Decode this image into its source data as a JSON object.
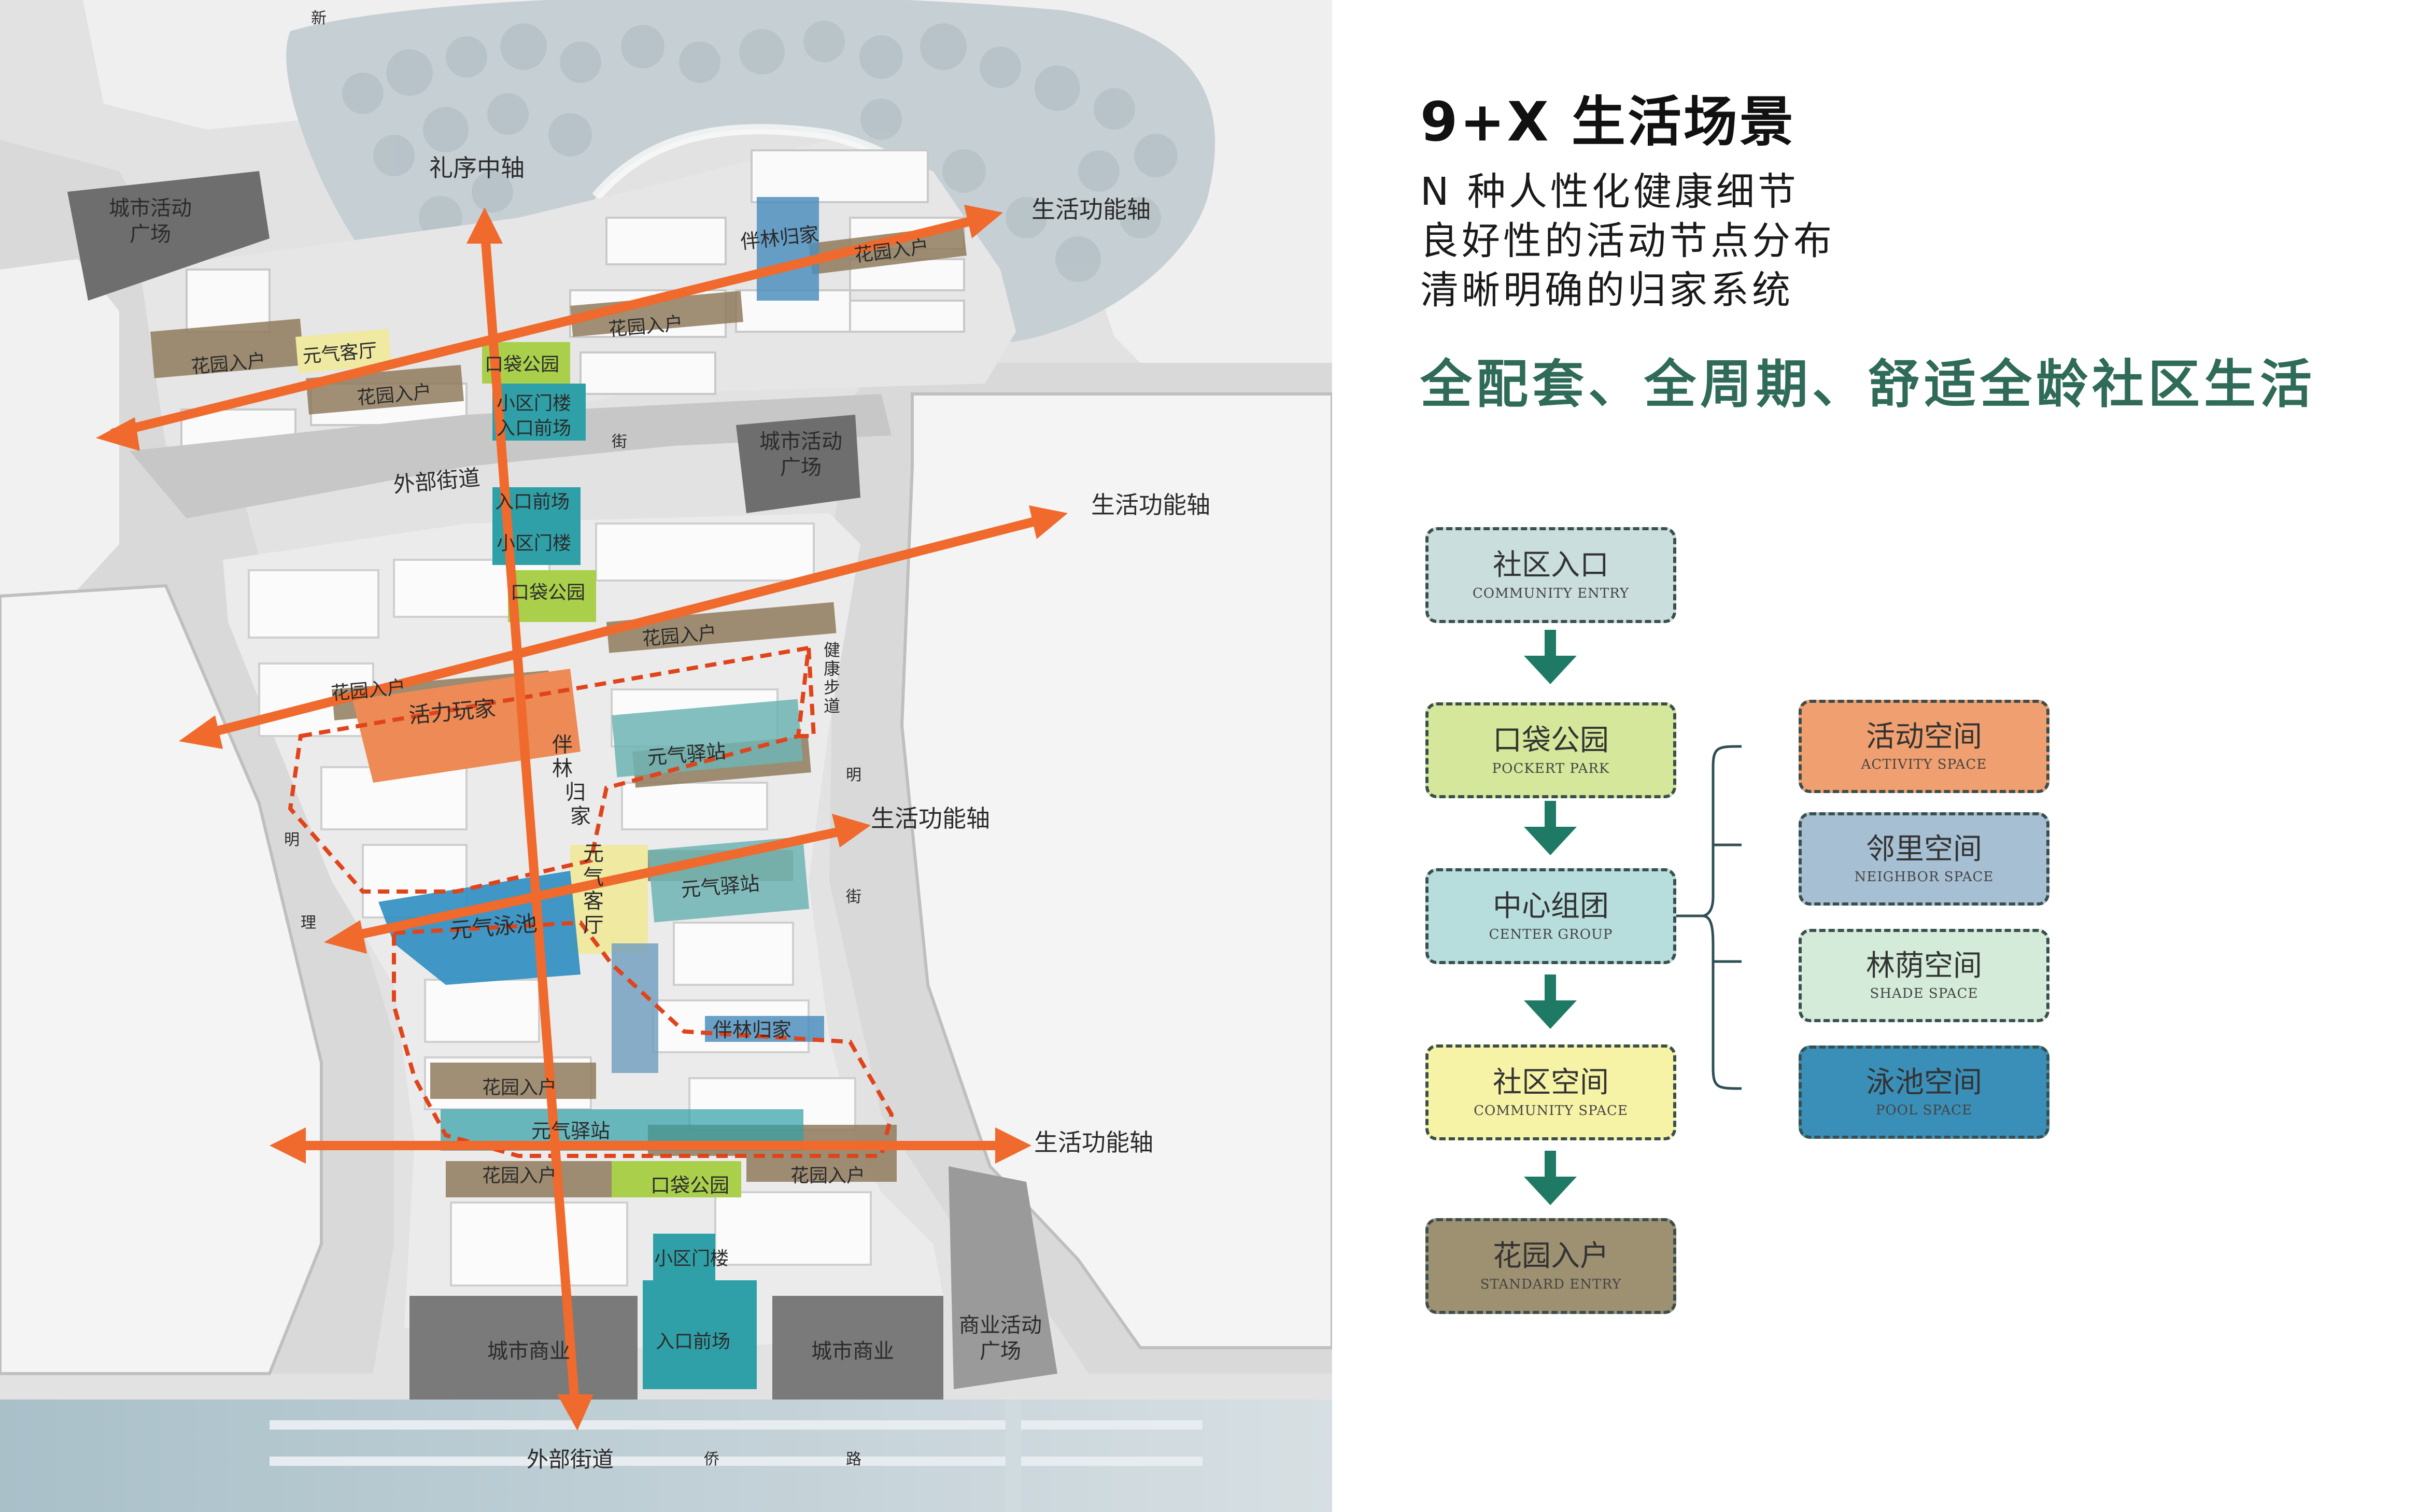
{
  "title": "9+X 生活场景",
  "subtitles": [
    "N 种人性化健康细节",
    "良好性的活动节点分布",
    "清晰明确的归家系统"
  ],
  "slogan": "全配套、全周期、舒适全龄社区生活",
  "flow": {
    "main": [
      {
        "cn": "社区入口",
        "en": "COMMUNITY ENTRY",
        "color": "#c9dedd"
      },
      {
        "cn": "口袋公园",
        "en": "POCKERT PARK",
        "color": "#d4e79a"
      },
      {
        "cn": "中心组团",
        "en": "CENTER GROUP",
        "color": "#b7dddd"
      },
      {
        "cn": "社区空间",
        "en": "COMMUNITY SPACE",
        "color": "#f6f3a6"
      },
      {
        "cn": "花园入户",
        "en": "STANDARD ENTRY",
        "color": "#9e9172"
      }
    ],
    "branches": [
      {
        "cn": "活动空间",
        "en": "ACTIVITY SPACE",
        "color": "#f0a070"
      },
      {
        "cn": "邻里空间",
        "en": "NEIGHBOR SPACE",
        "color": "#a7bfd2"
      },
      {
        "cn": "林荫空间",
        "en": "SHADE SPACE",
        "color": "#d3ebd8"
      },
      {
        "cn": "泳池空间",
        "en": "POOL SPACE",
        "color": "#3a8fb8"
      }
    ],
    "arrow_color": "#1f7a65",
    "line_color": "#2f4f55"
  },
  "map": {
    "colors": {
      "axis": "#ef6a2c",
      "dash": "#e0441b",
      "garden": "#8f7b5c",
      "green": "#a9cf4b",
      "teal": "#2fa0a8",
      "pool": "#2e8dc0",
      "yellow": "#efe9a2",
      "orange": "#ee8a55"
    },
    "labels": {
      "city_plaza_1": "城市活动\n广场",
      "city_plaza_2": "城市活动\n广场",
      "commerce_plaza": "商业活动\n广场",
      "ritual_axis": "礼序中轴",
      "life_axis_1": "生活功能轴",
      "life_axis_2": "生活功能轴",
      "life_axis_3": "生活功能轴",
      "life_axis_4": "生活功能轴",
      "outer_street_1": "外部街道",
      "outer_street_2": "外部街道",
      "road_top": "新",
      "road_mid": "街",
      "road_left_1": "明",
      "road_left_2": "理",
      "road_right_1": "明",
      "road_right_2": "街",
      "road_bottom_1": "侨",
      "road_bottom_2": "路",
      "garden_1": "花园入户",
      "garden_2": "花园入户",
      "garden_3": "花园入户",
      "garden_4": "花园入户",
      "garden_5": "花园入户",
      "garden_6": "花园入户",
      "garden_7": "花园入户",
      "garden_8": "花园入户",
      "garden_9": "花园入户",
      "living_room_1": "元气客厅",
      "living_room_2": "元\n气\n客\n厅",
      "pocket_park_1": "口袋公园",
      "pocket_park_2": "口袋公园",
      "pocket_park_3": "口袋公园",
      "gate_1": "小区门楼",
      "gate_2": "小区门楼",
      "gate_3": "小区门楼",
      "front_1": "入口前场",
      "front_2": "入口前场",
      "front_3": "入口前场",
      "home_1": "伴林归家",
      "home_2": "伴\n林\n归\n家",
      "home_3": "伴林归家",
      "station_1": "元气驿站",
      "station_2": "元气驿站",
      "station_3": "元气驿站",
      "play": "活力玩家",
      "pool": "元气泳池",
      "health_walk": "健\n康\n步\n道",
      "commerce_1": "城市商业",
      "commerce_2": "城市商业"
    }
  }
}
